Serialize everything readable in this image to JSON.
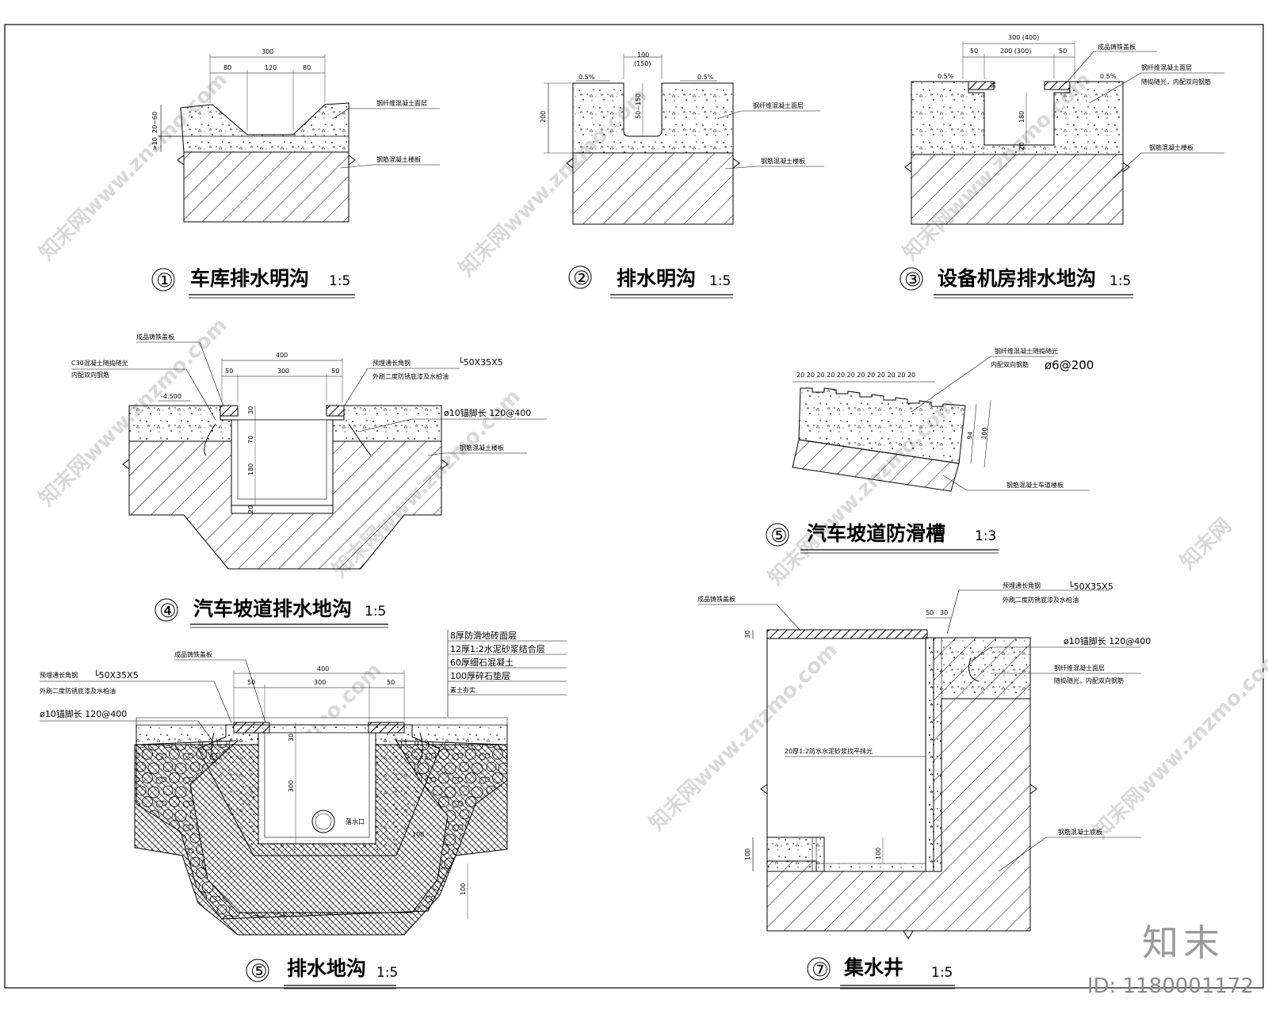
{
  "details": [
    {
      "circle": "①",
      "title": "车库排水明沟",
      "scale": "1:5",
      "dims": {
        "total": "300",
        "a": "80",
        "b": "120",
        "c": "80",
        "v1": "20~60",
        "v2": ">10"
      },
      "notes": [
        "钢纤维混凝土面层",
        "钢筋混凝土楼板"
      ]
    },
    {
      "circle": "②",
      "title": "排水明沟",
      "scale": "1:5",
      "dims": {
        "w": "100",
        "w2": "(150)",
        "slopeL": "0.5%",
        "slopeR": "0.5%",
        "h": "200",
        "d": "50~150"
      },
      "notes": [
        "钢纤维混凝土面层",
        "钢筋混凝土楼板"
      ]
    },
    {
      "circle": "③",
      "title": "设备机房排水地沟",
      "scale": "1:5",
      "dims": {
        "total": "300 (400)",
        "a": "50",
        "b": "200 (300)",
        "c": "50",
        "slopeL": "0.5%",
        "slopeR": "0.5%",
        "h": "180",
        "t": "20",
        "g": "30"
      },
      "notes": [
        "成品铸铁盖板",
        "钢纤维混凝土面层",
        "随捣随光，内配双向钢筋",
        "钢筋混凝土楼板"
      ]
    },
    {
      "circle": "④",
      "title": "汽车坡道排水地沟",
      "scale": "1:5",
      "dims": {
        "total": "400",
        "a": "50",
        "b": "300",
        "c": "50",
        "elev": "-4.500",
        "d1": "30",
        "d2": "70",
        "d3": "180",
        "d4": "20"
      },
      "notes": [
        "成品铸铁盖板",
        "C30混凝土随捣随光",
        "内配双向钢筋",
        "预埋通长角钢",
        "└50X35X5",
        "外刷二度防锈底漆及水柏油",
        "ø10锚脚长 120@400",
        "钢筋混凝土楼板"
      ]
    },
    {
      "circle": "⑤",
      "title": "汽车坡道防滑槽",
      "scale": "1:3",
      "dims": {
        "grooves": "20 20 20 20 20 20 20 20 20 20 20 20",
        "h1": "94",
        "h2": "100"
      },
      "notes": [
        "钢纤维混凝土随捣随光",
        "内配双向钢筋",
        "ø6@200",
        "钢筋混凝土车道楼板"
      ]
    },
    {
      "circle": "⑤",
      "title": "排水地沟",
      "scale": "1:5",
      "dims": {
        "total": "400",
        "a": "50",
        "b": "300",
        "c": "50",
        "d1": "30",
        "d2": "300",
        "d3": "100",
        "d4": "100"
      },
      "notes": [
        "成品铸铁盖板",
        "预埋通长角钢",
        "└50X35X5",
        "外刷二度防锈底漆及水柏油",
        "ø10锚脚长 120@400",
        "落水口"
      ],
      "layers": [
        "8厚防滑地砖面层",
        "12厚1:2水泥砂浆结合层",
        "60厚细石混凝土",
        "100厚碎石垫层",
        "素土夯实"
      ]
    },
    {
      "circle": "⑦",
      "title": "集水井",
      "scale": "1:5",
      "dims": {
        "a": "30",
        "b": "50",
        "c": "30",
        "d": "100",
        "e": "100"
      },
      "notes": [
        "成品铸铁盖板",
        "预埋通长角钢",
        "└50X35X5",
        "外刷二度防锈底漆及水柏油",
        "ø10锚脚长 120@400",
        "钢纤维混凝土面层",
        "随捣随光，内配双向钢筋",
        "20厚1:2防水水泥砂浆找平抹光",
        "钢筋混凝土底板"
      ]
    }
  ],
  "brand": {
    "logo": "知末",
    "id": "ID: 1180001172"
  }
}
